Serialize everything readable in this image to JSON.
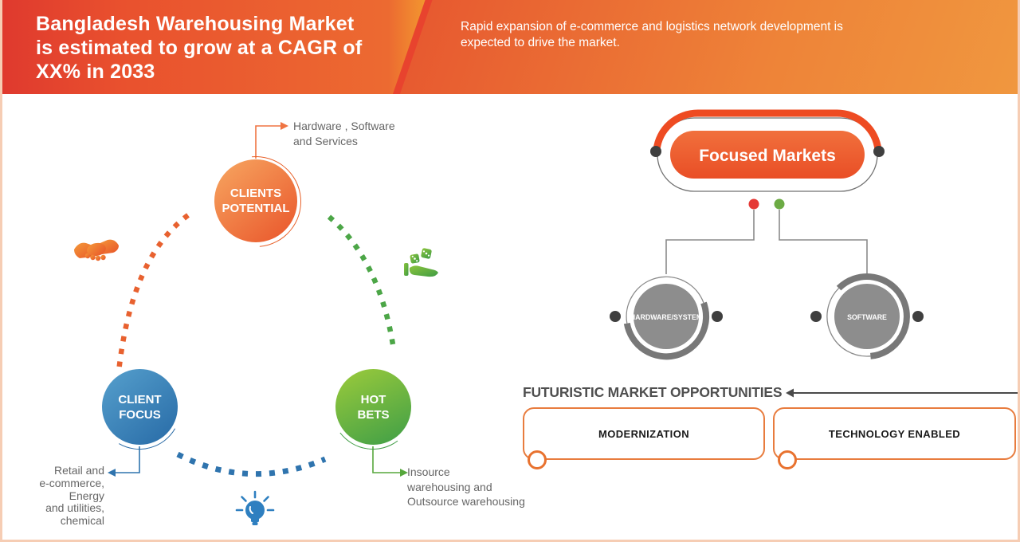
{
  "header": {
    "title": "Bangladesh Warehousing Market\nis estimated to grow at a CAGR of\nXX% in 2033",
    "subtitle": "Rapid expansion of e-commerce and logistics network development is\nexpected to drive the market."
  },
  "cycle": {
    "nodes": [
      {
        "id": "clients-potential",
        "label": "CLIENTS\nPOTENTIAL",
        "annotation": "Hardware , Software\nand Services",
        "color": "#e9542a"
      },
      {
        "id": "client-focus",
        "label": "CLIENT\nFOCUS",
        "annotation": "Retail and\ne-commerce,\nEnergy\nand utilities,\nchemical",
        "color": "#2f74ae"
      },
      {
        "id": "hot-bets",
        "label": "HOT\nBETS",
        "annotation": "Insource\nwarehousing and\nOutsource warehousing",
        "color": "#4ca647"
      }
    ],
    "icons": [
      "handshake-icon",
      "hand-dice-icon",
      "lightbulb-icon"
    ]
  },
  "focused": {
    "title": "Focused Markets",
    "pill_color": "#ec5429",
    "branch_dot_colors": [
      "#e53935",
      "#6cab44"
    ],
    "branches": [
      {
        "label": "HARDWARE/SYSTEM"
      },
      {
        "label": "SOFTWARE"
      }
    ]
  },
  "opp": {
    "heading": "FUTURISTIC MARKET OPPORTUNITIES",
    "boxes": [
      {
        "label": "MODERNIZATION"
      },
      {
        "label": "TECHNOLOGY ENABLED"
      }
    ]
  }
}
